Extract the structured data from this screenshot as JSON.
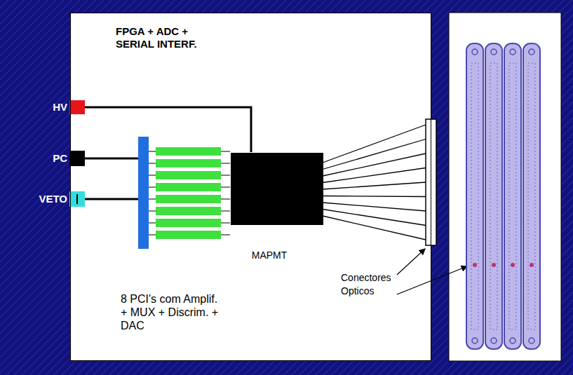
{
  "diagram": {
    "nodes": [
      {
        "text": [
          "FPGA + ADC + SERIAL INTERF.",
          "8 PCI's com Amplif. + MUX + Discrim. + DAC"
        ]
      },
      {
        "text": [
          "MAPMT"
        ],
        "in": 0
      }
    ],
    "labels": [
      "HV",
      "PC",
      "VETO",
      "Conectores Opticos"
    ]
  }
}
